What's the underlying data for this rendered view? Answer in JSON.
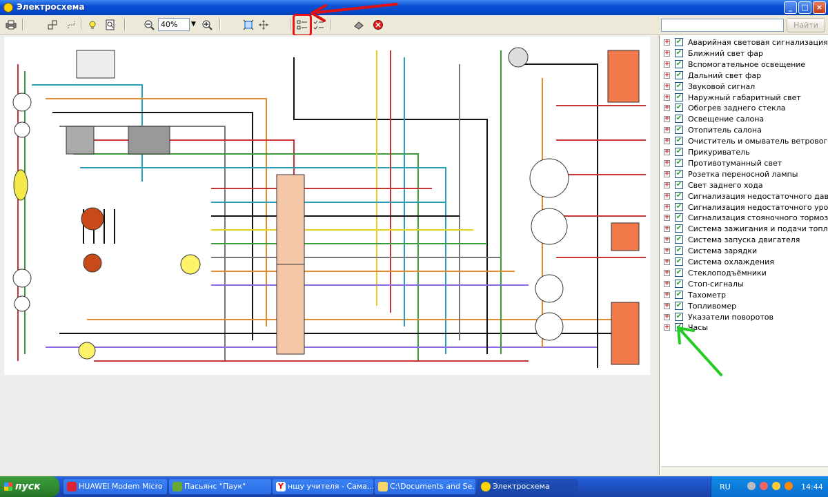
{
  "window": {
    "title": "Электросхема"
  },
  "toolbar": {
    "zoom_value": "40%",
    "find_label": "Найти",
    "search_value": ""
  },
  "tree_items": [
    "Аварийная световая сигнализация",
    "Ближний свет фар",
    "Вспомогательное освещение",
    "Дальний свет фар",
    "Звуковой сигнал",
    "Наружный габаритный свет",
    "Обогрев заднего стекла",
    "Освещение салона",
    "Отопитель салона",
    "Очиститель и омыватель ветрового стекла",
    "Прикуриватель",
    "Противотуманный свет",
    "Розетка переносной лампы",
    "Свет заднего хода",
    "Сигнализация недостаточного давления масла",
    "Сигнализация недостаточного уровня тормозной жидкости",
    "Сигнализация стояночного тормоза",
    "Система зажигания и подачи топлива",
    "Система запуска двигателя",
    "Система зарядки",
    "Система охлаждения",
    "Стеклоподъёмники",
    "Стоп-сигналы",
    "Тахометр",
    "Топливомер",
    "Указатели поворотов",
    "Часы"
  ],
  "taskbar": {
    "start_label": "пуск",
    "tasks": [
      "HUAWEI Modem Micro",
      "Пасьянс \"Паук\"",
      "нщу учителя - Сама...",
      "C:\\Documents and Se...",
      "Электросхема"
    ],
    "language": "RU",
    "clock": "14:44"
  },
  "colors": {
    "highlight_box": "#e11111",
    "red_arrow": "#e11111",
    "green_arrow": "#22cc22"
  }
}
